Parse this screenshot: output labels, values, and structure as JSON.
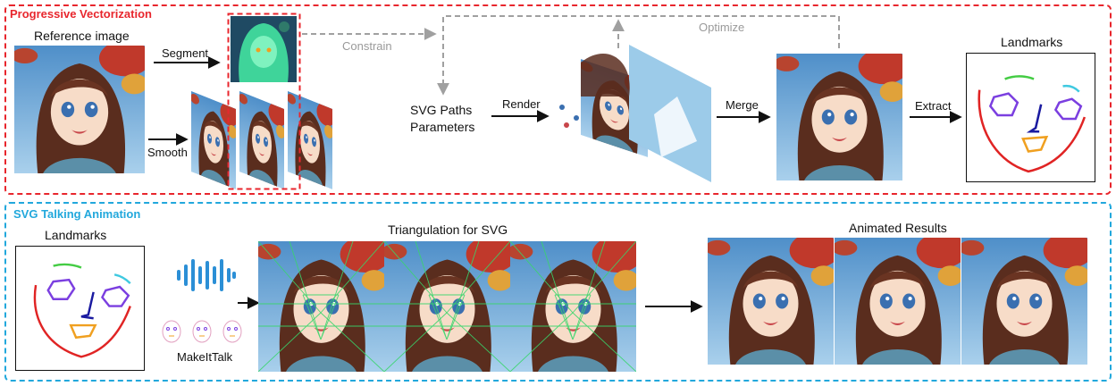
{
  "top_panel": {
    "title": "Progressive Vectorization",
    "color": "#e8262d",
    "reference_label": "Reference image",
    "segment_label": "Segment",
    "smooth_label": "Smooth",
    "constrain_label": "Constrain",
    "optimize_label": "Optimize",
    "svg_paths_line1": "SVG Paths",
    "svg_paths_line2": "Parameters",
    "render_label": "Render",
    "merge_label": "Merge",
    "extract_label": "Extract",
    "landmarks_label": "Landmarks"
  },
  "bottom_panel": {
    "title": "SVG Talking Animation",
    "color": "#22a8dc",
    "landmarks_label": "Landmarks",
    "makeittalk_label": "MakeItTalk",
    "triangulation_label": "Triangulation for SVG",
    "animated_label": "Animated Results"
  },
  "colors": {
    "sky": "#6fa8d6",
    "hair": "#5a2d1e",
    "skin": "#f7dcc8",
    "leaves": "#c0392b",
    "mesh": "#38d66b",
    "landmark_brow": "#44cc44",
    "landmark_eye": "#7b3fe0",
    "landmark_brow_right": "#3fc9e0",
    "landmark_nose": "#1a1aa0",
    "landmark_jaw": "#e02424",
    "landmark_mouth": "#f0a020",
    "waveform": "#2b8fd6"
  }
}
